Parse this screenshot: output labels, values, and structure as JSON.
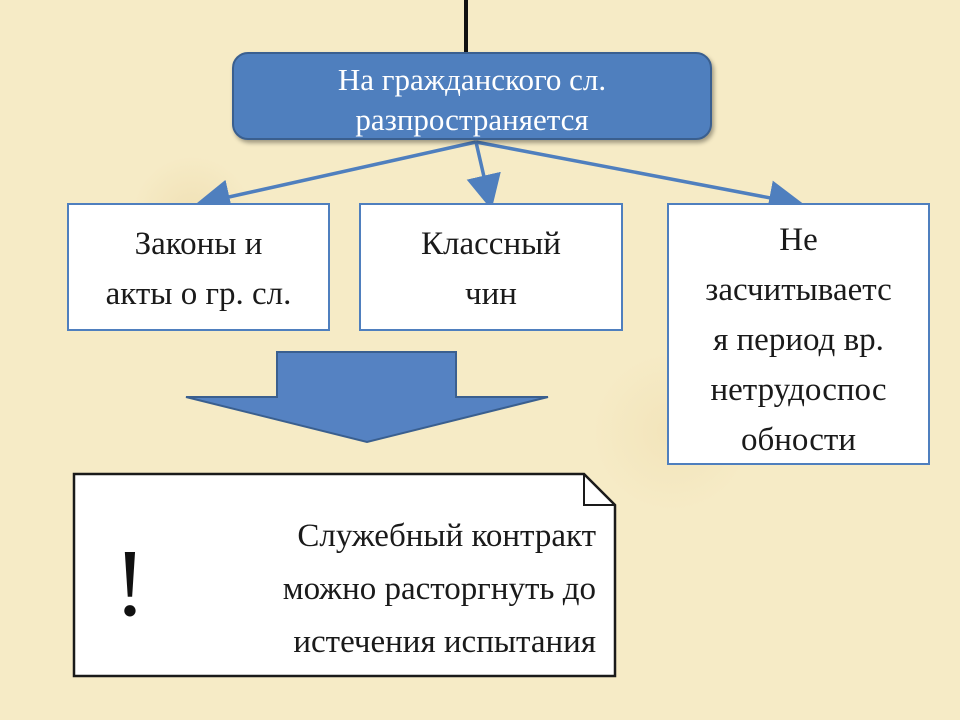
{
  "top_box": {
    "line1": "На гражданского сл.",
    "line2": "разпространяется"
  },
  "boxes": [
    {
      "lines": [
        "Законы и",
        "акты о гр. сл."
      ]
    },
    {
      "lines": [
        "Классный",
        "чин"
      ]
    },
    {
      "lines": [
        "Не",
        "засчитываетс",
        "я период вр.",
        "нетрудоспос",
        "обности"
      ]
    }
  ],
  "note": {
    "mark": "!",
    "lines": [
      "Служебный контракт",
      "можно расторгнуть до",
      "истечения испытания"
    ]
  },
  "colors": {
    "background": "#f6ebc6",
    "accent": "#4f7fbe",
    "accent_border": "#3a5f8f"
  }
}
